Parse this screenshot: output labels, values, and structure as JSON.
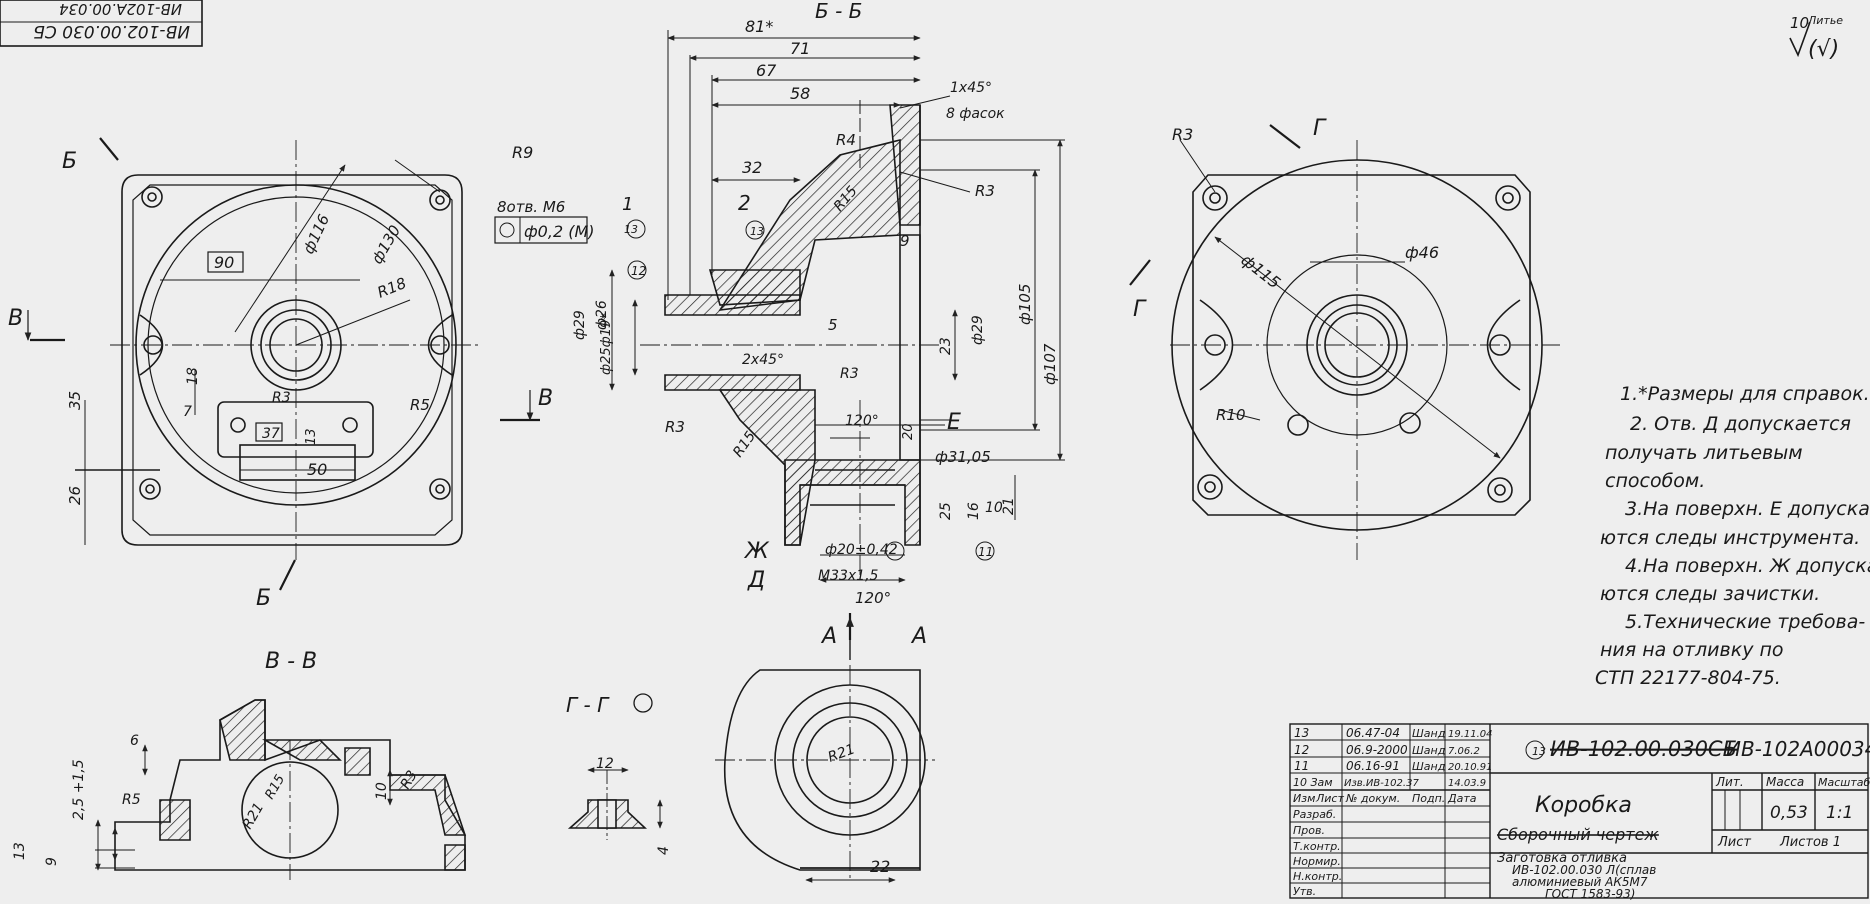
{
  "corner_stamp": {
    "line1": "ИВ-102.00.030 СБ",
    "line2": "ИВ-102А.00.034",
    "circle": "13"
  },
  "roughness": {
    "value": "10",
    "label": "Литье",
    "symbol": "(√)"
  },
  "views": {
    "section_bb": "Б - Б",
    "section_vv": "В - В",
    "section_gg": "Г - Г",
    "view_a": "А",
    "cut_b": "Б",
    "cut_v": "В",
    "cut_g": "Г",
    "surface_e": "Е",
    "surface_zh": "Ж",
    "hole_d": "Д"
  },
  "front_view": {
    "d116": "ф116",
    "d130": "ф130",
    "r9": "R9",
    "r18": "R18",
    "r5": "R5",
    "r3": "R3",
    "holes_note": "8отв. М6",
    "tolerance": "ф0,2 (М)",
    "dim_90": "90",
    "dim_37": "37",
    "dim_50": "50",
    "dim_13": "13",
    "dim_18": "18",
    "dim_7": "7",
    "dim_35": "35",
    "dim_26": "26"
  },
  "section_bb_dims": {
    "d81": "81*",
    "d71": "71",
    "d67": "67",
    "d58": "58",
    "d32": "32",
    "d9": "9",
    "d5": "5",
    "d23": "23",
    "chamfer": "1x45°",
    "chamfers": "8 фасок",
    "r4": "R4",
    "r15": "R15",
    "r3": "R3",
    "dia105": "ф105",
    "dia107": "ф107",
    "dia29": "ф29",
    "dia26": "ф26",
    "dia25": "ф25ф19*",
    "dia29b": "ф29",
    "chamfer2": "2x45°",
    "angle120": "120°",
    "angle120b": "120°",
    "dia3105": "ф31,05",
    "dia20": "ф20±0,42",
    "thread": "М33x1,5",
    "d25": "25",
    "d16": "16",
    "d21": "21",
    "d10": "10",
    "d20": "20",
    "callout1": "1",
    "callout2": "2",
    "callout11": "11",
    "callout12": "12",
    "callout13": "13"
  },
  "right_view": {
    "r3": "R3",
    "d115": "ф115",
    "d46": "ф46",
    "r10": "R10"
  },
  "section_vv_dims": {
    "d6": "6",
    "d25": "2,5 +1,5",
    "r5": "R5",
    "r21": "R21",
    "r15": "R15",
    "d10": "10",
    "r3": "R3",
    "d13": "13",
    "d9": "9"
  },
  "section_gg_dims": {
    "d12": "12",
    "d4": "4"
  },
  "view_a_dims": {
    "r21": "R21",
    "d22": "22"
  },
  "notes": [
    "1.*Размеры для справок.",
    "2. Отв. Д допускается",
    "получать литьевым",
    "способом.",
    "3.На поверхн. Е допуска-",
    "ются следы инструмента.",
    "4.На поверхн. Ж допуска-",
    "ются следы зачистки.",
    "5.Технические требова-",
    "ния на отливку   по",
    "СТП 22177-804-75."
  ],
  "title_block": {
    "doc_number_old": "ИВ-102.00.030СБ",
    "doc_number_new": "ИВ-102А00034",
    "name": "Коробка",
    "subtitle": "Сборочный чертеж",
    "material_line1": "Заготовка отливка",
    "material_line2": "ИВ-102.00.030 Л(сплав",
    "material_line3": "алюминиевый АК5М7",
    "material_line4": "ГОСТ 1583-93)",
    "lit_label": "Лит.",
    "mass_label": "Масса",
    "scale_label": "Масштаб",
    "mass": "0,53",
    "scale": "1:1",
    "sheet_label": "Лист",
    "sheets_label": "Листов 1",
    "rev_rows": [
      {
        "num": "13",
        "date": "06.47-04",
        "a": "Шанд",
        "b": "19.11.04"
      },
      {
        "num": "12",
        "date": "06.9-2000",
        "a": "Шанд",
        "b": "7.06.2"
      },
      {
        "num": "11",
        "date": "06.16-91",
        "a": "Шанд",
        "b": "20.10.91"
      },
      {
        "num": "10 Зам",
        "date": "Изв.ИВ-102.37",
        "a": "",
        "b": "14.03.9"
      }
    ],
    "header": {
      "izm": "Изм",
      "list": "Лист",
      "ndoc": "№ докум.",
      "podp": "Подп.",
      "data": "Дата"
    },
    "roles": [
      "Разраб.",
      "Пров.",
      "Т.контр.",
      "Нормир.",
      "Н.контр.",
      "Утв."
    ]
  }
}
